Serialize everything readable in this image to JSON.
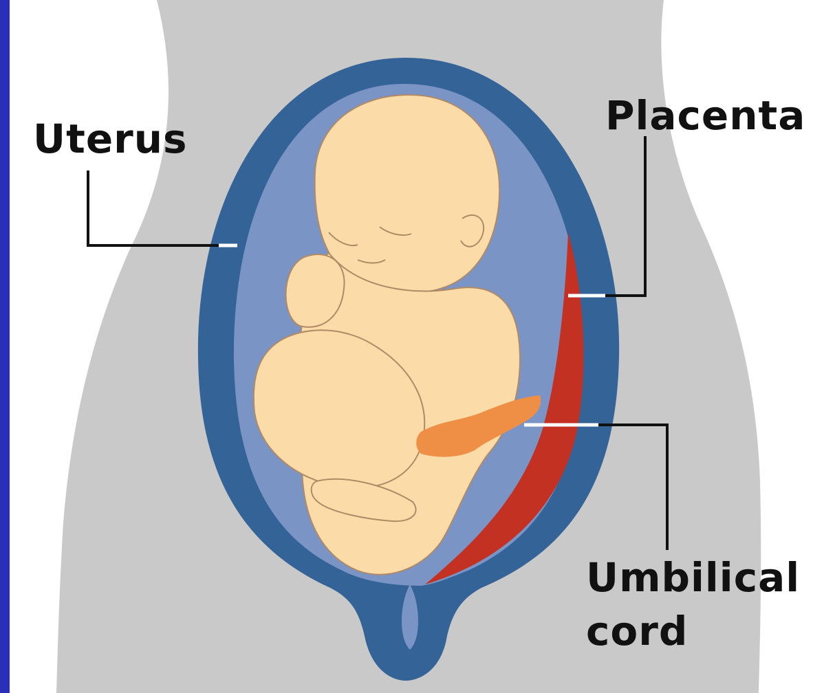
{
  "labels": {
    "uterus": "Uterus",
    "placenta": "Placenta",
    "umbilical_line1": "Umbilical",
    "umbilical_line2": "cord"
  },
  "colors": {
    "frame": "#2a2fb8",
    "body": "#c9c9c9",
    "uterus_wall": "#346397",
    "amniotic_fluid": "#7b94c6",
    "fetus": "#fbdca8",
    "fetus_outline": "#b08a66",
    "placenta": "#c23122",
    "umbilical_cord": "#ee8f45",
    "label_text": "#111111",
    "leader_line": "#111111",
    "pointer_tip": "#ffffff"
  }
}
